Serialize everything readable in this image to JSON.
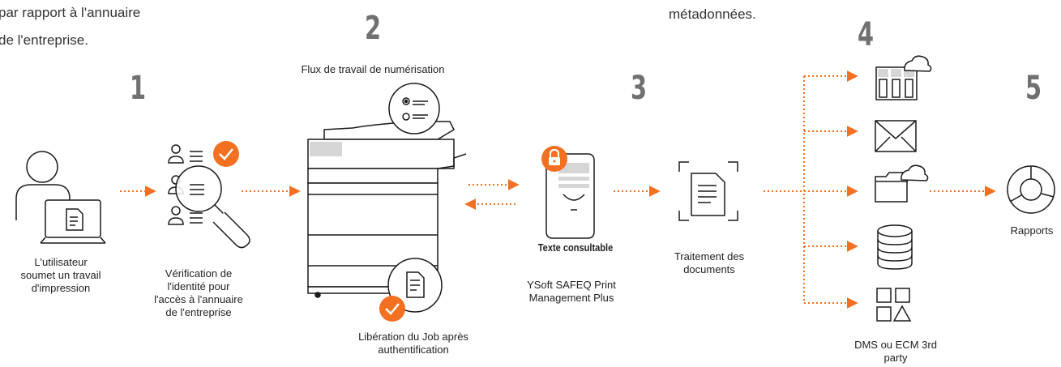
{
  "colors": {
    "accent": "#f37021",
    "stroke": "#1a1a1a",
    "number": "#707070",
    "fill_gray": "#d6d6d6"
  },
  "header": {
    "fragment_left_1": "par rapport à l'annuaire",
    "fragment_left_2": "de l'entreprise.",
    "fragment_right": "métadonnées."
  },
  "steps": [
    {
      "number": "1"
    },
    {
      "number": "2"
    },
    {
      "number": "3"
    },
    {
      "number": "4"
    },
    {
      "number": "5"
    }
  ],
  "labels": {
    "user": [
      "L'utilisateur",
      "soumet un travail",
      "d'impression"
    ],
    "verification": [
      "Vérification de",
      "l'identité pour",
      "l'accès à l'annuaire",
      "de l'entreprise"
    ],
    "scan_workflow": "Flux de travail de numérisation",
    "job_release": [
      "Libération du Job après",
      "authentification"
    ],
    "searchable_text": "Texte consultable",
    "ysoft": [
      "YSoft SAFEQ Print",
      "Management Plus"
    ],
    "processing": [
      "Traitement des",
      "documents"
    ],
    "dms": [
      "DMS ou ECM 3rd",
      "party"
    ],
    "reports": "Rapports"
  },
  "icons": {
    "user": "user-with-laptop-icon",
    "verification": "identity-search-icon",
    "check": "checkmark-badge-icon",
    "printer": "multifunction-printer-icon",
    "scan_list": "scan-options-icon",
    "release_doc": "document-release-icon",
    "server": "secure-server-icon",
    "lock": "lock-icon",
    "processing": "document-scan-frame-icon",
    "cloud_server": "cloud-server-icon",
    "mail": "envelope-icon",
    "cloud_folder": "cloud-folder-icon",
    "database": "database-icon",
    "apps": "shapes-apps-icon",
    "reports": "pie-chart-icon"
  }
}
